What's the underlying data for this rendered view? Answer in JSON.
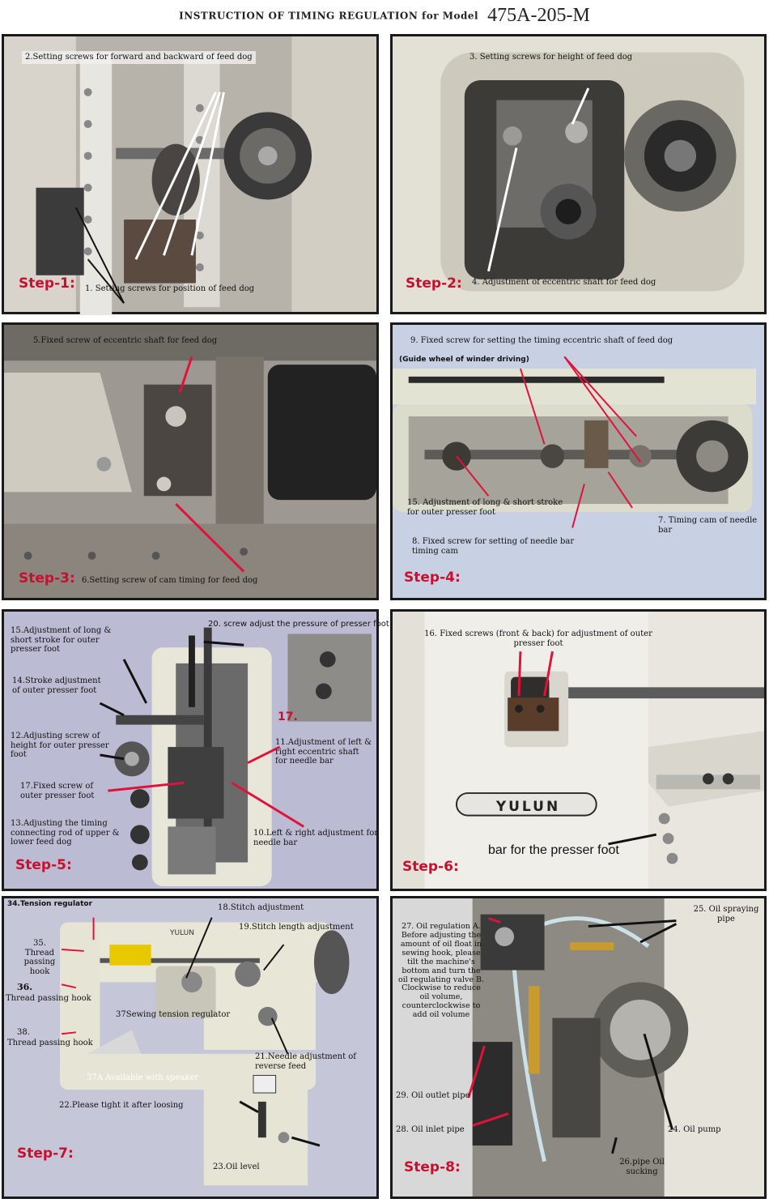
{
  "header": {
    "title": "INSTRUCTION OF TIMING REGULATION for Model",
    "model": "475A-205-M"
  },
  "panels": {
    "p1": {
      "step": "Step-1:",
      "cap1": "1. Setting screws for position of feed dog",
      "cap2": "2.Setting screws for forward and backward of feed dog"
    },
    "p2": {
      "step": "Step-2:",
      "cap3": "3. Setting screws for height of feed dog",
      "cap4": "4. Adjustment of eccentric shaft for feed dog"
    },
    "p3": {
      "step": "Step-3:",
      "cap5": "5.Fixed screw of eccentric shaft for feed dog",
      "cap6": "6.Setting screw of cam timing for feed dog"
    },
    "p4": {
      "step": "Step-4:",
      "cap9": "9. Fixed screw for setting the timing eccentric shaft of feed dog",
      "guide": "(Guide wheel of winder driving)",
      "cap15": "15. Adjustment of long & short stroke for outer presser foot",
      "cap7": "7. Timing cam of needle bar",
      "cap8": "8. Fixed screw for setting of needle bar timing cam"
    },
    "p5": {
      "step": "Step-5:",
      "cap20": "20. screw adjust the pressure of presser foot",
      "cap15": "15.Adjustment of long & short stroke for outer presser foot",
      "cap14": "14.Stroke adjustment of outer presser foot",
      "cap12": "12.Adjusting screw of height for outer presser foot",
      "cap17": "17.Fixed screw of outer presser foot",
      "cap13": "13.Adjusting the timing connecting rod of upper & lower feed dog",
      "cap11": "11.Adjustment of left & right eccentric shaft for needle bar",
      "cap10": "10.Left & right adjustment for needle bar",
      "inset": "17."
    },
    "p6": {
      "step": "Step-6:",
      "cap16": "16. Fixed screws (front & back) for adjustment of outer presser foot",
      "brand": "YULUN",
      "bar": "bar for the presser foot"
    },
    "p7": {
      "step": "Step-7:",
      "cap34": "34.Tension regulator",
      "cap18": "18.Stitch adjustment",
      "cap19": "19.Stitch length adjustment",
      "cap35": "35. Thread passing hook",
      "cap36n": "36.",
      "cap36": "Thread passing hook",
      "cap37": "37Sewing tension regulator",
      "cap38n": "38.",
      "cap38": "Thread passing hook",
      "cap37a": "37A Available with speaker",
      "cap21": "21.Needle adjustment of reverse feed",
      "cap22": "22.Please tight it after loosing",
      "cap23": "23.Oil level",
      "brand": "YULUN"
    },
    "p8": {
      "step": "Step-8:",
      "cap25": "25. Oil spraying pipe",
      "cap27": "27. Oil regulation A. Before adjusting the amount of oil float in sewing hook, please tilt the machine's bottom and turn the oil regulating valve B. Clockwise to reduce oil volume, counterclockwise to add oil volume",
      "cap29": "29. Oil outlet pipe",
      "cap28": "28. Oil inlet pipe",
      "cap24": "24. Oil pump",
      "cap26": "26.pipe Oil sucking"
    }
  }
}
